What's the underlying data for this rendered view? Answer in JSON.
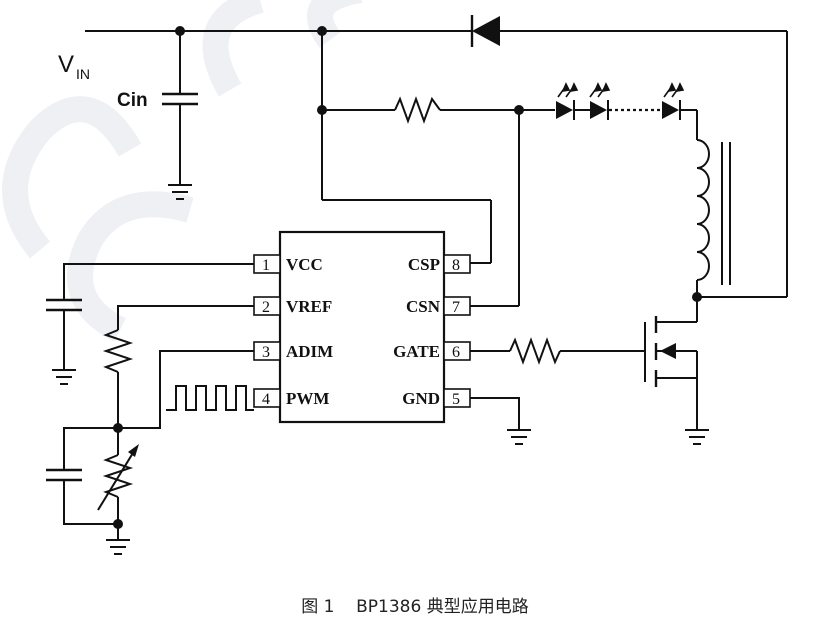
{
  "labels": {
    "vin_main": "V",
    "vin_sub": "IN",
    "cin": "Cin"
  },
  "pins": [
    {
      "num": "1",
      "name": "VCC"
    },
    {
      "num": "2",
      "name": "VREF"
    },
    {
      "num": "3",
      "name": "ADIM"
    },
    {
      "num": "4",
      "name": "PWM"
    },
    {
      "num": "5",
      "name": "GND"
    },
    {
      "num": "6",
      "name": "GATE"
    },
    {
      "num": "7",
      "name": "CSN"
    },
    {
      "num": "8",
      "name": "CSP"
    }
  ],
  "caption": {
    "figure": "图 1",
    "title": "BP1386 典型应用电路"
  },
  "watermark": "BPS"
}
